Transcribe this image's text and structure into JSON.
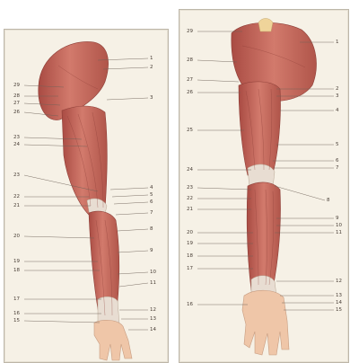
{
  "left_plate": {
    "right_labels": [
      "1",
      "2",
      "3",
      "4",
      "5",
      "6",
      "7",
      "8",
      "9",
      "10",
      "11",
      "12",
      "13",
      "14"
    ],
    "left_labels": [
      "29",
      "28",
      "27",
      "26",
      "23",
      "24",
      "23",
      "22",
      "21",
      "20",
      "19",
      "18",
      "17",
      "16",
      "15"
    ]
  },
  "right_plate": {
    "right_labels": [
      "1",
      "2",
      "3",
      "4",
      "5",
      "6",
      "7",
      "8",
      "9",
      "10",
      "11",
      "12",
      "13",
      "14",
      "15"
    ],
    "left_labels": [
      "29",
      "28",
      "27",
      "26",
      "25",
      "24",
      "23",
      "22",
      "21",
      "20",
      "19",
      "18",
      "17",
      "16"
    ]
  },
  "colors": {
    "muscle": "#c9685e",
    "muscle_dark": "#a94b43",
    "tendon": "#e8ddd2",
    "skin": "#efc6a8",
    "background": "#f6f1e6"
  }
}
